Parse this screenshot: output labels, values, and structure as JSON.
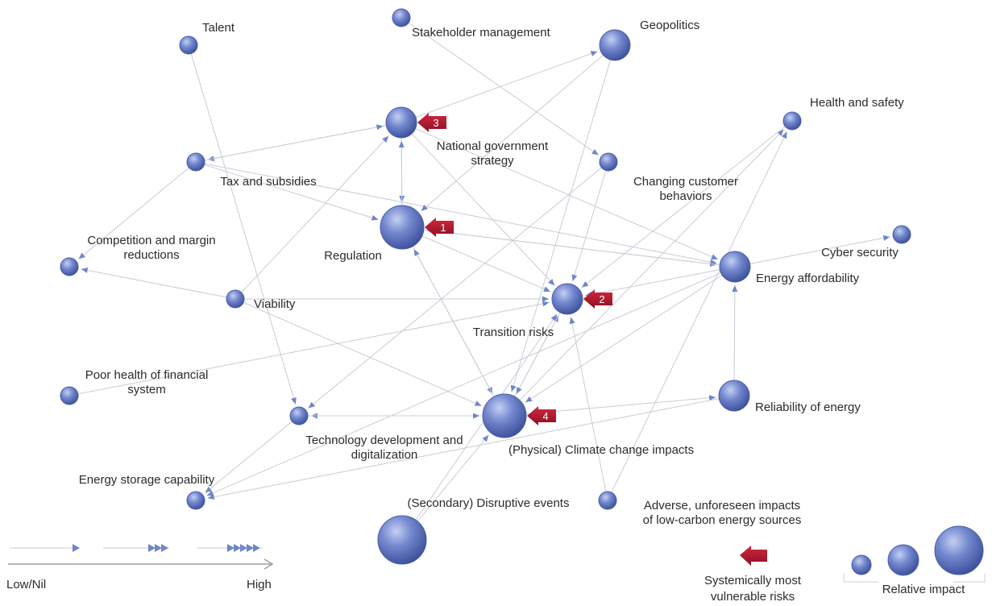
{
  "nodes": [
    {
      "id": "talent",
      "label": [
        "Talent"
      ],
      "size": "small"
    },
    {
      "id": "stakeholder",
      "label": [
        "Stakeholder management"
      ],
      "size": "small"
    },
    {
      "id": "geopolitics",
      "label": [
        "Geopolitics"
      ],
      "size": "medium"
    },
    {
      "id": "health",
      "label": [
        "Health and safety"
      ],
      "size": "small"
    },
    {
      "id": "national",
      "label": [
        "National government",
        "strategy"
      ],
      "size": "medium",
      "rank": "3"
    },
    {
      "id": "tax",
      "label": [
        "Tax and subsidies"
      ],
      "size": "small"
    },
    {
      "id": "customer",
      "label": [
        "Changing customer",
        "behaviors"
      ],
      "size": "small"
    },
    {
      "id": "regulation",
      "label": [
        "Regulation"
      ],
      "size": "large",
      "rank": "1"
    },
    {
      "id": "competition",
      "label": [
        "Competition and margin",
        "reductions"
      ],
      "size": "small"
    },
    {
      "id": "cyber",
      "label": [
        "Cyber security"
      ],
      "size": "small"
    },
    {
      "id": "affordability",
      "label": [
        "Energy affordability"
      ],
      "size": "medium"
    },
    {
      "id": "viability",
      "label": [
        "Viability"
      ],
      "size": "small"
    },
    {
      "id": "transition",
      "label": [
        "Transition risks"
      ],
      "size": "medium",
      "rank": "2"
    },
    {
      "id": "poorhealth",
      "label": [
        "Poor health of financial",
        "system"
      ],
      "size": "small"
    },
    {
      "id": "reliability",
      "label": [
        "Reliability of energy"
      ],
      "size": "medium"
    },
    {
      "id": "technology",
      "label": [
        "Technology development and",
        "digitalization"
      ],
      "size": "small"
    },
    {
      "id": "climate",
      "label": [
        "(Physical) Climate change impacts"
      ],
      "size": "large",
      "rank": "4"
    },
    {
      "id": "storage",
      "label": [
        "Energy storage capability"
      ],
      "size": "small"
    },
    {
      "id": "secondary",
      "label": [
        "(Secondary) Disruptive events"
      ],
      "size": "large"
    },
    {
      "id": "adverse",
      "label": [
        "Adverse, unforeseen impacts",
        "of low-carbon energy sources"
      ],
      "size": "small"
    }
  ],
  "edges": [
    [
      "talent",
      "technology"
    ],
    [
      "stakeholder",
      "customer"
    ],
    [
      "national",
      "geopolitics"
    ],
    [
      "national",
      "tax"
    ],
    [
      "national",
      "regulation"
    ],
    [
      "national",
      "transition"
    ],
    [
      "national",
      "affordability"
    ],
    [
      "tax",
      "competition"
    ],
    [
      "tax",
      "national"
    ],
    [
      "tax",
      "regulation"
    ],
    [
      "tax",
      "affordability"
    ],
    [
      "regulation",
      "affordability"
    ],
    [
      "regulation",
      "national"
    ],
    [
      "regulation",
      "transition"
    ],
    [
      "regulation",
      "climate"
    ],
    [
      "viability",
      "competition"
    ],
    [
      "viability",
      "national"
    ],
    [
      "viability",
      "transition"
    ],
    [
      "viability",
      "climate"
    ],
    [
      "geopolitics",
      "regulation"
    ],
    [
      "geopolitics",
      "climate"
    ],
    [
      "customer",
      "transition"
    ],
    [
      "customer",
      "technology"
    ],
    [
      "affordability",
      "cyber"
    ],
    [
      "affordability",
      "transition"
    ],
    [
      "affordability",
      "regulation"
    ],
    [
      "affordability",
      "climate"
    ],
    [
      "affordability",
      "storage"
    ],
    [
      "poorhealth",
      "transition"
    ],
    [
      "reliability",
      "affordability"
    ],
    [
      "climate",
      "transition"
    ],
    [
      "climate",
      "regulation"
    ],
    [
      "climate",
      "reliability"
    ],
    [
      "climate",
      "health"
    ],
    [
      "climate",
      "technology"
    ],
    [
      "technology",
      "storage"
    ],
    [
      "technology",
      "climate"
    ],
    [
      "reliability",
      "storage"
    ],
    [
      "secondary",
      "transition"
    ],
    [
      "secondary",
      "climate"
    ],
    [
      "adverse",
      "health"
    ],
    [
      "adverse",
      "transition"
    ],
    [
      "health",
      "transition"
    ],
    [
      "transition",
      "climate"
    ]
  ],
  "legend": {
    "low_label": "Low/Nil",
    "high_label": "High",
    "vulnerable_label": [
      "Systemically most",
      "vulnerable risks"
    ],
    "impact_label": "Relative impact"
  },
  "colors": {
    "node": "#5b73c2",
    "badge": "#a3162b",
    "edge": "#c9ccd6",
    "arrow": "#6f86c8"
  }
}
